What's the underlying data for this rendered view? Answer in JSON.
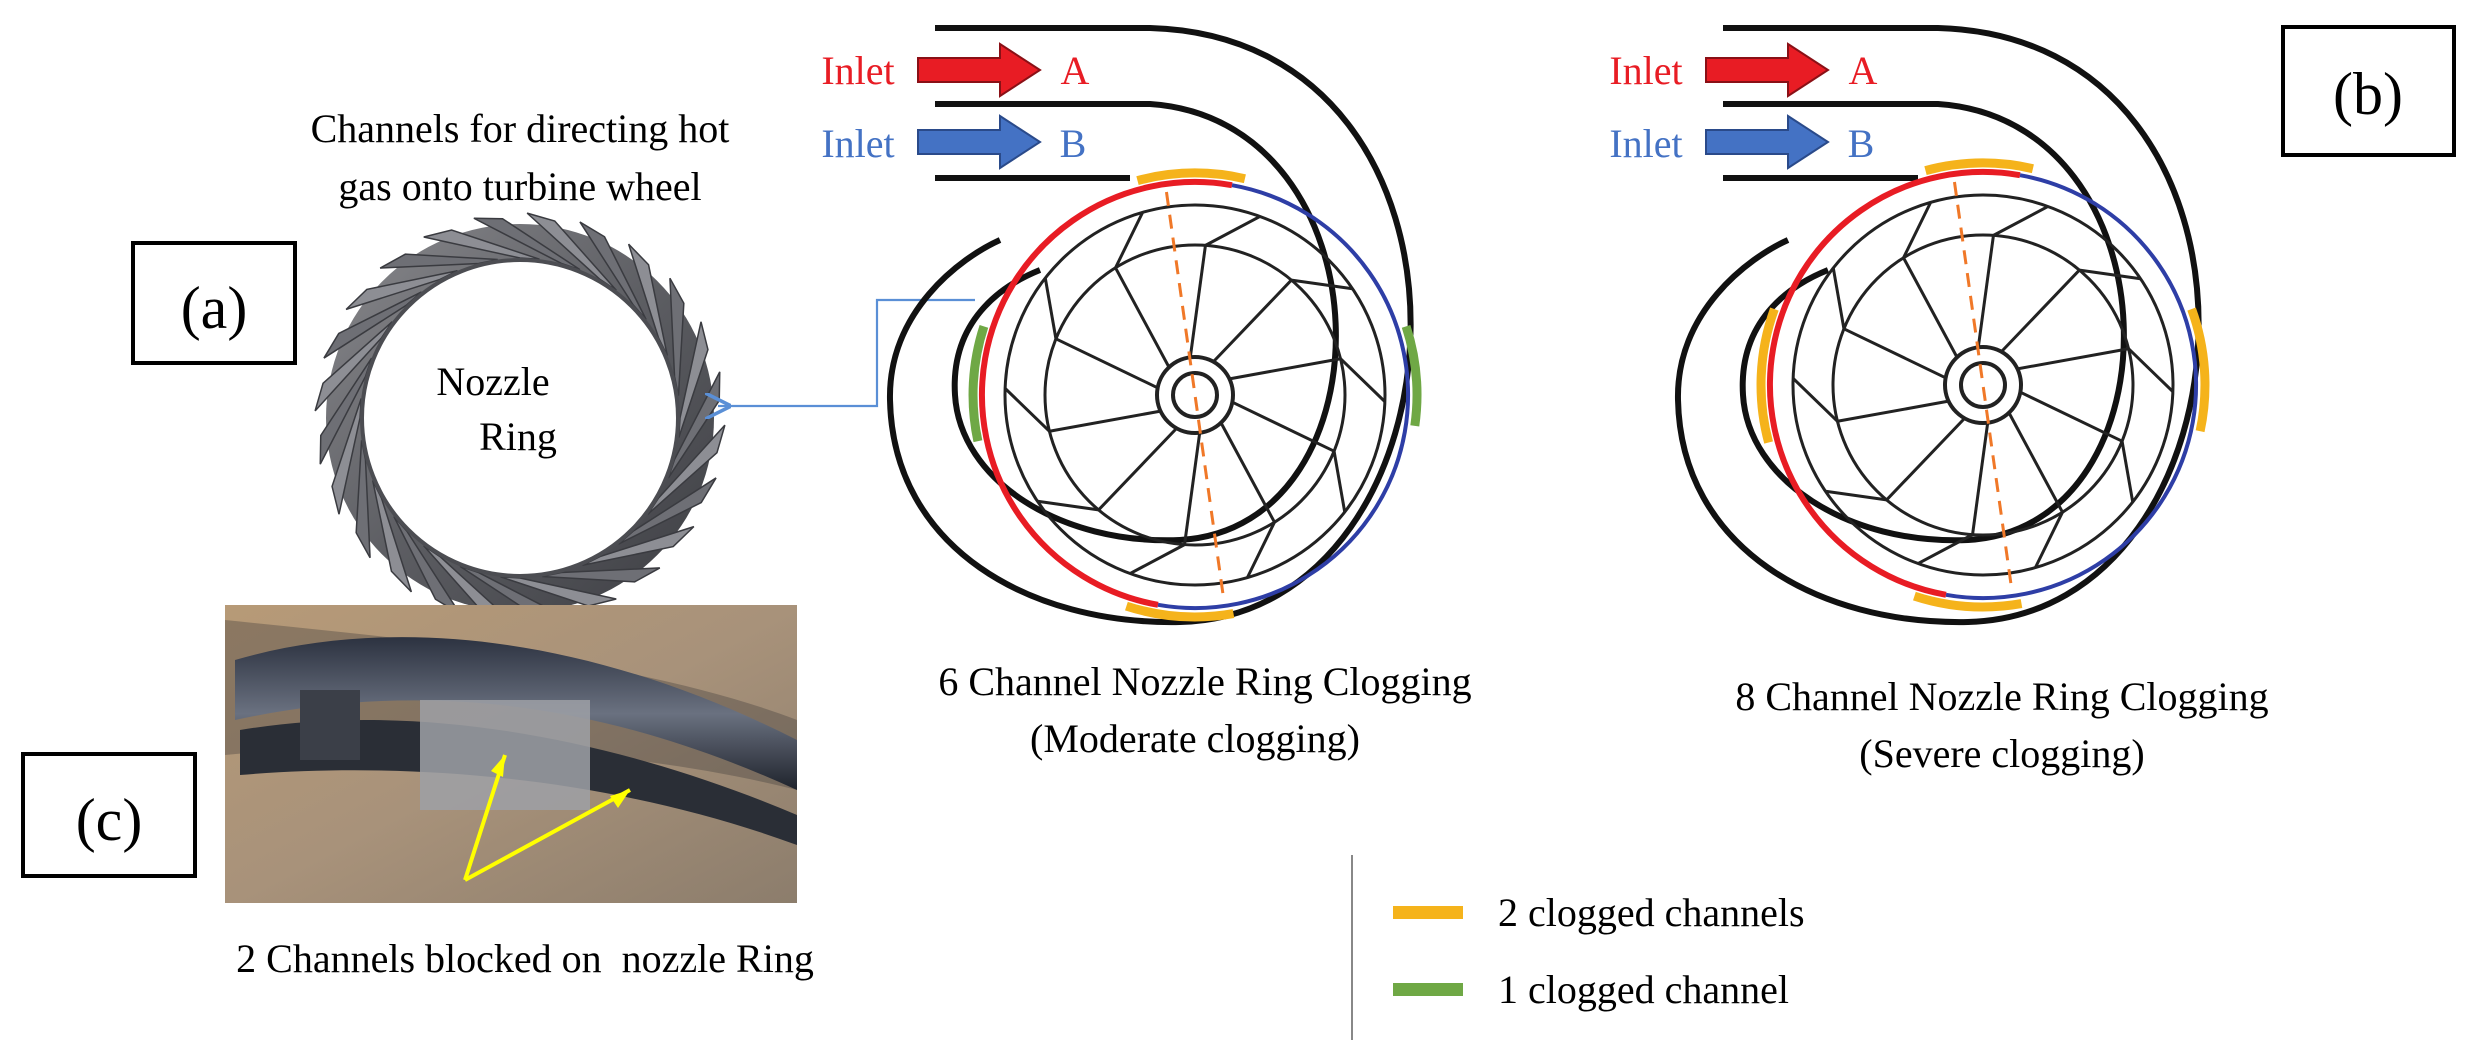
{
  "panel_labels": {
    "a": "(a)",
    "b": "(b)",
    "c": "(c)"
  },
  "panel_a": {
    "caption_line1": "Channels for directing hot",
    "caption_line2": "gas onto turbine wheel",
    "ring_label_line1": "Nozzle",
    "ring_label_line2": "Ring"
  },
  "panel_c": {
    "caption": "2 Channels blocked on  nozzle Ring"
  },
  "diagram_moderate": {
    "inlet_a_label": "Inlet",
    "inlet_a_letter": "A",
    "inlet_b_label": "Inlet",
    "inlet_b_letter": "B",
    "caption_line1": "6 Channel Nozzle Ring Clogging",
    "caption_line2": "(Moderate clogging)"
  },
  "diagram_severe": {
    "inlet_a_label": "Inlet",
    "inlet_a_letter": "A",
    "inlet_b_label": "Inlet",
    "inlet_b_letter": "B",
    "caption_line1": "8 Channel Nozzle Ring Clogging",
    "caption_line2": "(Severe clogging)"
  },
  "legend": {
    "items": [
      {
        "label": "2 clogged channels",
        "color": "#f5b31b"
      },
      {
        "label": "1 clogged channel",
        "color": "#6fa845"
      }
    ]
  },
  "colors": {
    "inlet_a": "#e81c24",
    "inlet_b": "#4472c4",
    "ring_red": "#e81c24",
    "ring_blue": "#2e3ea6",
    "clog_two": "#f5b31b",
    "clog_one": "#6fa845",
    "centerline": "#f07828"
  }
}
